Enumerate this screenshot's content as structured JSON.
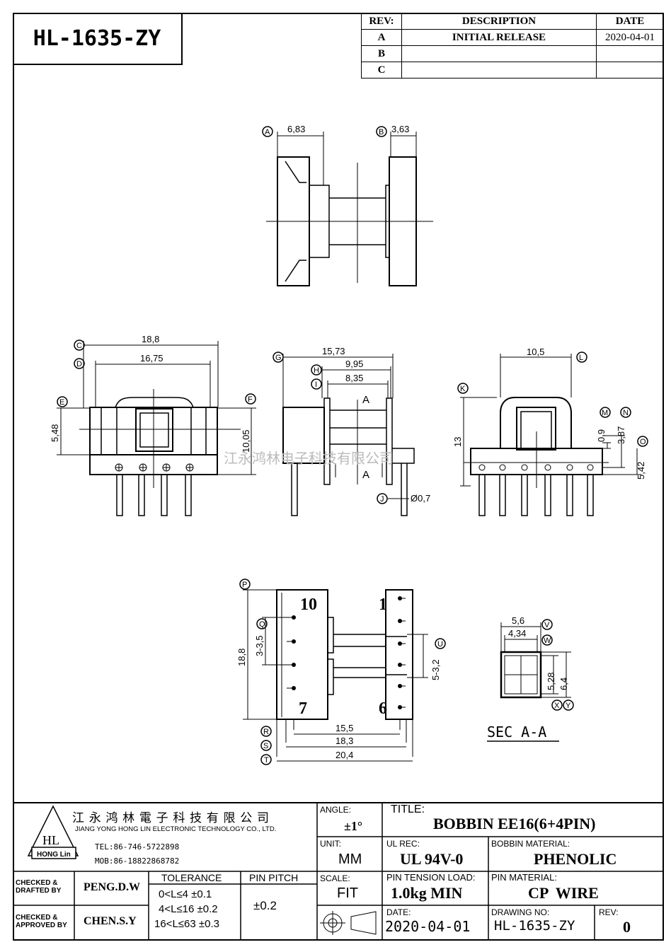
{
  "part_number": "HL-1635-ZY",
  "revision_table": {
    "headers": {
      "rev": "REV:",
      "description": "DESCRIPTION",
      "date": "DATE"
    },
    "rows": [
      {
        "rev": "A",
        "description": "INITIAL  RELEASE",
        "date": "2020-04-01"
      },
      {
        "rev": "B",
        "description": "",
        "date": ""
      },
      {
        "rev": "C",
        "description": "",
        "date": ""
      }
    ]
  },
  "dimensions": {
    "top_view": {
      "A": "6,83",
      "B": "3,63"
    },
    "front_view": {
      "C": "18,8",
      "D": "16,75",
      "E": "5,48",
      "F": "10,05"
    },
    "side_view": {
      "G": "15,73",
      "H": "9,95",
      "I": "8,35",
      "J": "Ø0,7",
      "section": "A"
    },
    "end_view": {
      "L": "10,5",
      "K": "13",
      "M": "0,9",
      "N": "3,87",
      "O": "5,42"
    },
    "bottom_view": {
      "P": "18,8",
      "Q": "3-3,5",
      "U": "5-3,2",
      "R": "15,5",
      "S": "18,3",
      "T": "20,4",
      "pin_10": "10",
      "pin_1": "1",
      "pin_7": "7",
      "pin_6": "6"
    },
    "section_view": {
      "V": "5,6",
      "W": "4,34",
      "X": "5,28",
      "Y": "6,4",
      "label": "SEC  A-A"
    }
  },
  "watermark": "江永鸿林电子科技有限公司",
  "title_block": {
    "company_cn": "江 永 鸿 林 電 子 科 技 有 限 公 司",
    "company_en": "JIANG YONG HONG LIN ELECTRONIC TECHNOLOGY CO., LTD.",
    "logo_text": "HL",
    "logo_sub": "HONG Lin",
    "tel": "TEL:86-746-5722898",
    "mob": "MOB:86-18822868782",
    "angle_label": "ANGLE:",
    "angle_value": "±1°",
    "title_label": "TITLE:",
    "title_value": "BOBBIN EE16(6+4PIN)",
    "unit_label": "UNIT:",
    "unit_value": "MM",
    "ul_label": "UL REC:",
    "ul_value": "UL 94V-0",
    "bobbin_material_label": "BOBBIN MATERIAL:",
    "bobbin_material_value": "PHENOLIC",
    "checked_drafted_label": "CHECKED & DRAFTED BY",
    "checked_drafted_value": "PENG.D.W",
    "tolerance_label": "TOLERANCE",
    "tolerances": [
      "0<L≤4  ±0.1",
      "4<L≤16 ±0.2",
      "16<L≤63 ±0.3"
    ],
    "pin_pitch_label": "PIN PITCH",
    "pin_pitch_value": "±0.2",
    "scale_label": "SCALE:",
    "scale_value": "FIT",
    "pin_tension_label": "PIN TENSION LOAD:",
    "pin_tension_value": "1.0kg MIN",
    "pin_material_label": "PIN MATERIAL:",
    "pin_material_value": "CP  WIRE",
    "checked_approved_label": "CHECKED & APPROVED BY",
    "checked_approved_value": "CHEN.S.Y",
    "date_label": "DATE:",
    "date_value": "2020-04-01",
    "drawing_no_label": "DRAWING NO:",
    "drawing_no_value": "HL-1635-ZY",
    "rev_label": "REV:",
    "rev_value": "0"
  }
}
